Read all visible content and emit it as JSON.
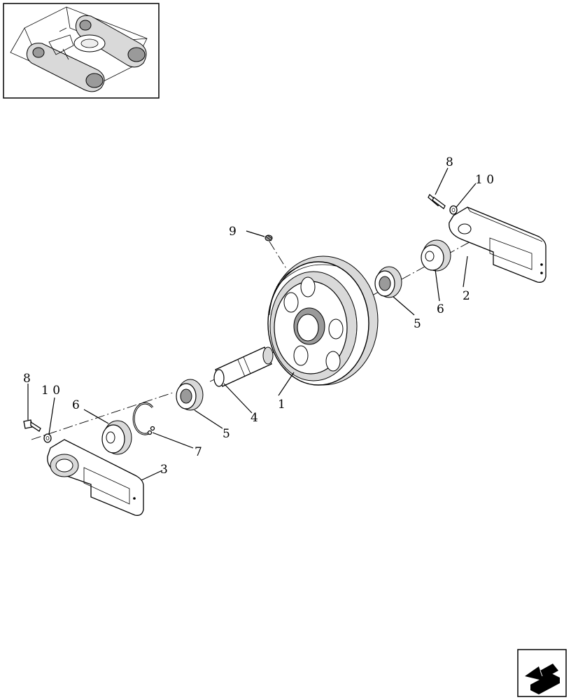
{
  "callouts": {
    "c1": "1",
    "c2": "2",
    "c3": "3",
    "c4": "4",
    "c5a": "5",
    "c5b": "5",
    "c6a": "6",
    "c6b": "6",
    "c7": "7",
    "c8a": "8",
    "c8b": "8",
    "c9": "9",
    "c10a": "1 0",
    "c10b": "1 0"
  },
  "icons": {
    "thumbnail": "excavator-undercarriage-thumbnail",
    "nav": "return-arrow-icon"
  }
}
